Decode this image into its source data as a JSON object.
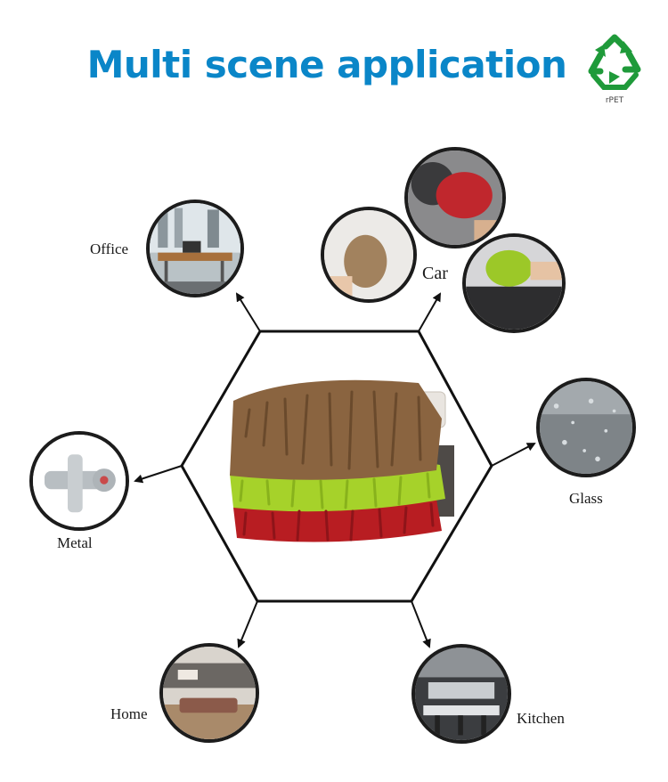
{
  "header": {
    "title": "Multi scene application",
    "title_color": "#0a86c8"
  },
  "badge": {
    "label": "rPET",
    "icon": "recycle-icon",
    "color": "#1f9a3a"
  },
  "product": {
    "icon": "chenille-mitt-stack",
    "colors": [
      "#8a6440",
      "#a6d22a",
      "#b81d22"
    ]
  },
  "scenes": {
    "office": "Office",
    "car": "Car",
    "glass": "Glass",
    "metal": "Metal",
    "home": "Home",
    "kitchen": "Kitchen"
  }
}
